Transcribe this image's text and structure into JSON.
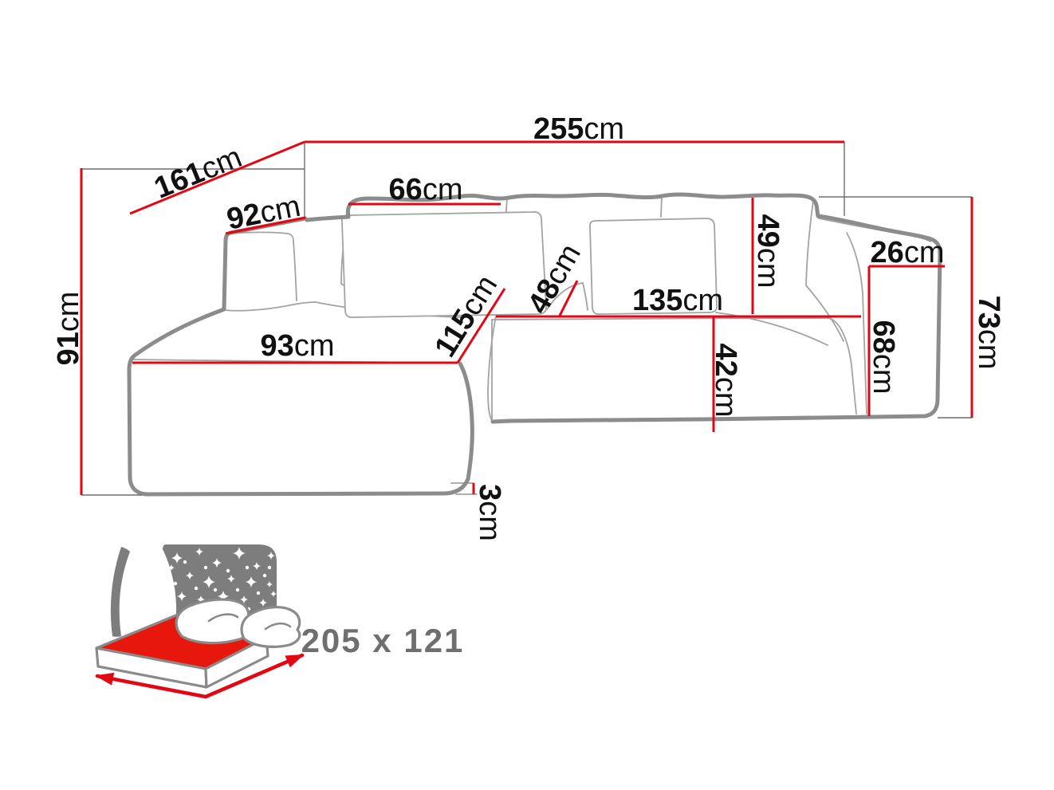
{
  "page": {
    "title": "Corner sofa bed dimensions diagram"
  },
  "dimensions": {
    "total_width": {
      "value": "255",
      "unit": "cm"
    },
    "chaise_total_depth": {
      "value": "161",
      "unit": "cm"
    },
    "left_armrest_depth": {
      "value": "92",
      "unit": "cm"
    },
    "total_side_height": {
      "value": "91",
      "unit": "cm"
    },
    "back_cushion_width": {
      "value": "66",
      "unit": "cm"
    },
    "back_cushion_height": {
      "value": "49",
      "unit": "cm"
    },
    "right_armrest_width": {
      "value": "26",
      "unit": "cm"
    },
    "right_armrest_outer_height": {
      "value": "73",
      "unit": "cm"
    },
    "right_armrest_front_height": {
      "value": "68",
      "unit": "cm"
    },
    "seat_front_width": {
      "value": "135",
      "unit": "cm"
    },
    "seat_front_height": {
      "value": "42",
      "unit": "cm"
    },
    "chaise_front_width": {
      "value": "93",
      "unit": "cm"
    },
    "chaise_seat_depth": {
      "value": "115",
      "unit": "cm"
    },
    "corner_seat_depth": {
      "value": "48",
      "unit": "cm"
    },
    "leg_height": {
      "value": "3",
      "unit": "cm"
    }
  },
  "sleeping_area": {
    "label": "205 x 121"
  },
  "icons": {
    "sleeping_function_icon": "bed-starry-night-icon",
    "star_icon": "star-sparkle-icon",
    "size_arrows_icon": "mattress-size-arrows-icon"
  },
  "colors": {
    "dimension_line": "#e30613",
    "mattress_red": "#e8170c",
    "sofa_outline": "#8c8c8c",
    "sofa_detail": "#a3a3a3",
    "extension_line": "#6e6e6e",
    "label_text": "#111111",
    "icon_gray": "#7d7d7d",
    "sleeping_label_text": "#6f6f6f",
    "background": "#ffffff"
  }
}
